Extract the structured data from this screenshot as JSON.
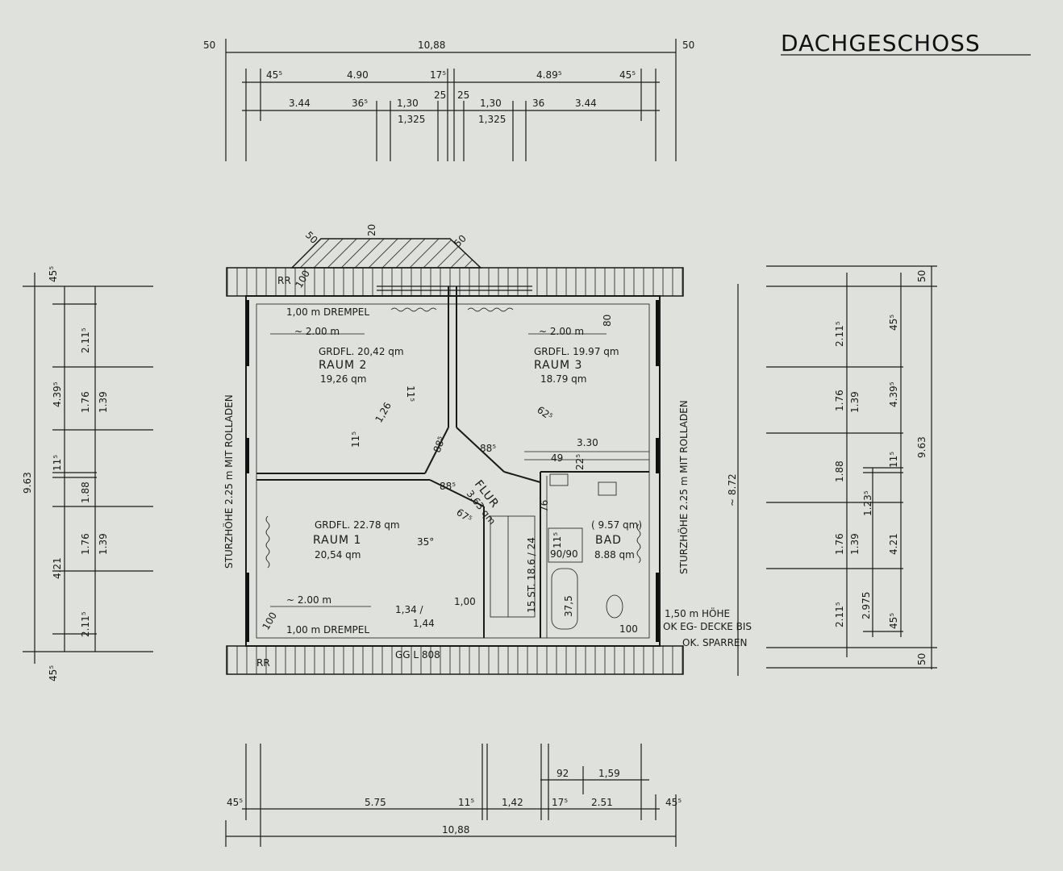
{
  "title": "DACHGESCHOSS",
  "top_dims": {
    "total": "10,88",
    "left_end": "50",
    "right_end": "50",
    "r1": [
      "45⁵",
      "4.90",
      "17⁵",
      "4.89⁵",
      "45⁵"
    ],
    "r2": [
      "3.44",
      "36⁵",
      "1,30",
      "25",
      "25",
      "1,30",
      "36",
      "3.44"
    ],
    "r3": [
      "1,325",
      "1,325"
    ]
  },
  "bottom_dims": {
    "r1": [
      "92",
      "1,59"
    ],
    "r2": [
      "45⁵",
      "5.75",
      "11⁵",
      "1,42",
      "17⁵",
      "2.51",
      "45⁵"
    ],
    "total": "10,88"
  },
  "left_dims": {
    "total": "9.63",
    "c1": [
      "45⁵",
      "4.39⁵",
      "11⁵",
      "4.21",
      "2.11⁵",
      "45⁵"
    ],
    "c2": [
      "2.11⁵",
      "1.76",
      "1.88",
      "1.76"
    ],
    "c3": [
      "1.39",
      "1.39"
    ]
  },
  "right_dims": {
    "approx": "~ 8.72",
    "total": "9.63",
    "c1": [
      "50",
      "2.11⁵",
      "1.76",
      "1.88",
      "1.76",
      "2.11⁵",
      "50"
    ],
    "c2": [
      "1.39",
      "1.23⁵",
      "1.39",
      "2.975"
    ],
    "c3": [
      "45⁵",
      "4.39⁵",
      "11⁵",
      "4.21",
      "45⁵"
    ]
  },
  "plan": {
    "raum2": {
      "grdfl": "GRDFL. 20,42 qm",
      "name": "RAUM 2",
      "area": "19,26 qm"
    },
    "raum3": {
      "grdfl": "GRDFL. 19.97 qm",
      "name": "RAUM 3",
      "area": "18.79 qm"
    },
    "raum1": {
      "grdfl": "GRDFL. 22.78 qm",
      "name": "RAUM 1",
      "area": "20,54 qm"
    },
    "flur": {
      "name": "FLUR",
      "area": "3.63 qm"
    },
    "bad": {
      "grdfl": "( 9.57 qm)",
      "name": "BAD",
      "area": "8.88 qm"
    },
    "drempel_top": "1,00 m DREMPEL",
    "drempel_bottom": "1,00 m DREMPEL",
    "approx_200_a": "~ 2.00 m",
    "approx_200_b": "~ 2.00 m",
    "approx_200_c": "~ 2.00 m",
    "sturz_left": "STURZHÖHE 2.25 m MIT ROLLADEN",
    "sturz_right": "STURZHÖHE 2.25 m MIT ROLLADEN",
    "stairs": "15 ST. 18.6 / 24",
    "ggl": "GG L 808",
    "rr_top": "RR",
    "rr_bottom": "RR",
    "note1": "1,50 m HÖHE",
    "note2": "OK EG- DECKE BIS",
    "note3": "OK. SPARREN",
    "shower": "90/90",
    "angle": "35°",
    "d_30": "3.30",
    "d_49": "49",
    "d_225": "22⁵",
    "d_76": "76",
    "d_115a": "11⁵",
    "d_115b": "11⁵",
    "d_115c": "11⁵",
    "d_126": "1,26",
    "d_885a": "88⁵",
    "d_885b": "88⁵",
    "d_885c": "88⁵",
    "d_625a": "62⁵",
    "d_625b": "67⁵",
    "d_134": "1,34 /",
    "d_144": "1,44",
    "d_100": "1,00",
    "d_375": "37,5",
    "d_80": "80",
    "d_50a": "50",
    "d_50b": "50",
    "d_20": "20",
    "d_100b": "100",
    "d_100c": "100",
    "d_100d": "100"
  }
}
